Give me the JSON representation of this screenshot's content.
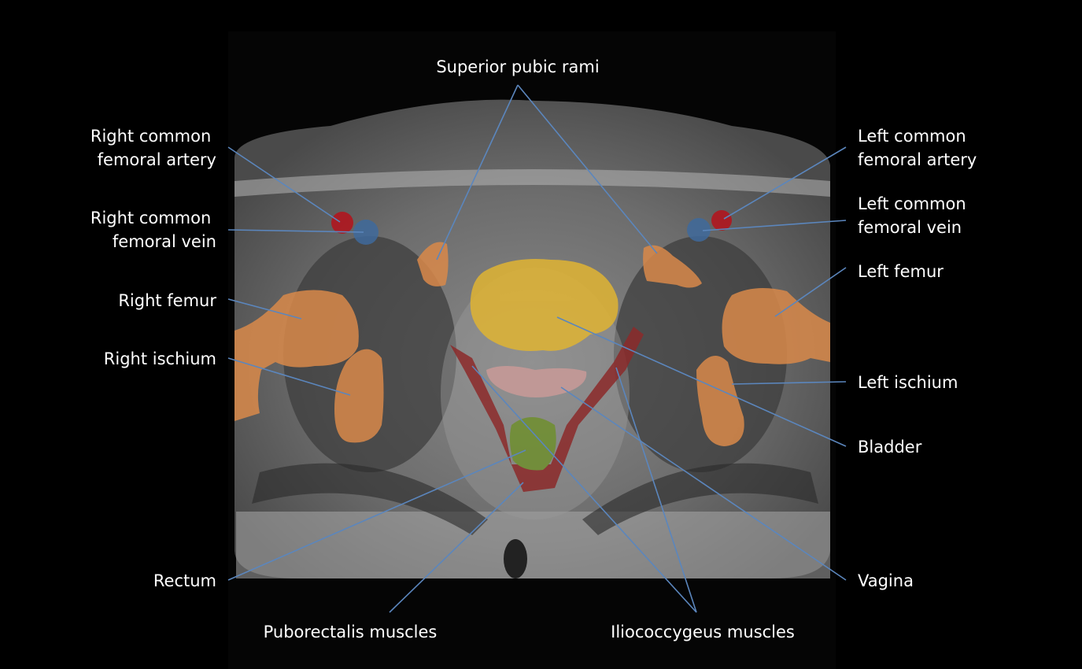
{
  "title": "Axial pelvic MRI anatomy",
  "colors": {
    "leader": "#5b86bd",
    "bone": "#d9894a",
    "bladder": "#e0b433",
    "artery": "#b5121b",
    "vein": "#3f6a9c",
    "vagina": "#c99a98",
    "rectum": "#6f8f2e",
    "muscle": "#8c2a2a"
  },
  "labels": {
    "superior_pubic_rami": "Superior pubic rami",
    "right_artery": [
      "Right common",
      "femoral artery"
    ],
    "right_vein": [
      "Right common",
      "femoral vein"
    ],
    "right_femur": "Right femur",
    "right_ischium": "Right ischium",
    "left_artery": [
      "Left common",
      "femoral artery"
    ],
    "left_vein": [
      "Left common",
      "femoral vein"
    ],
    "left_femur": "Left femur",
    "left_ischium": "Left ischium",
    "bladder": "Bladder",
    "vagina": "Vagina",
    "rectum": "Rectum",
    "puborectalis": "Puborectalis muscles",
    "iliococcygeus": "Iliococcygeus muscles"
  }
}
